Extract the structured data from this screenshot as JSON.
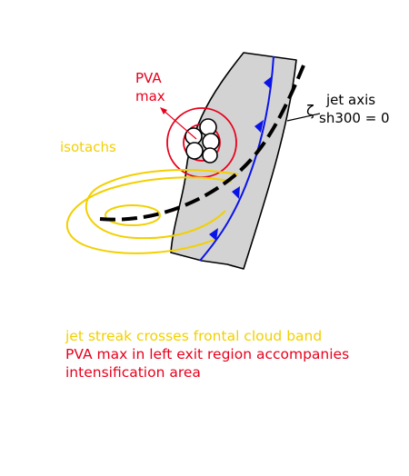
{
  "labels": {
    "pva_line1": "PVA",
    "pva_line2": "max",
    "isotachs": "isotachs",
    "jet_axis_line1": "jet axis",
    "jet_axis_line2": "sh300 = 0",
    "zeta": "ζ"
  },
  "caption": {
    "line1": "jet streak crosses frontal cloud band",
    "line2": "PVA max in left exit region accompanies",
    "line3": "intensification area"
  },
  "colors": {
    "red": "#e8001c",
    "yellow": "#f2d000",
    "blue": "#0a14e6",
    "cloud_band": "#d3d3d3",
    "black": "#000000"
  }
}
